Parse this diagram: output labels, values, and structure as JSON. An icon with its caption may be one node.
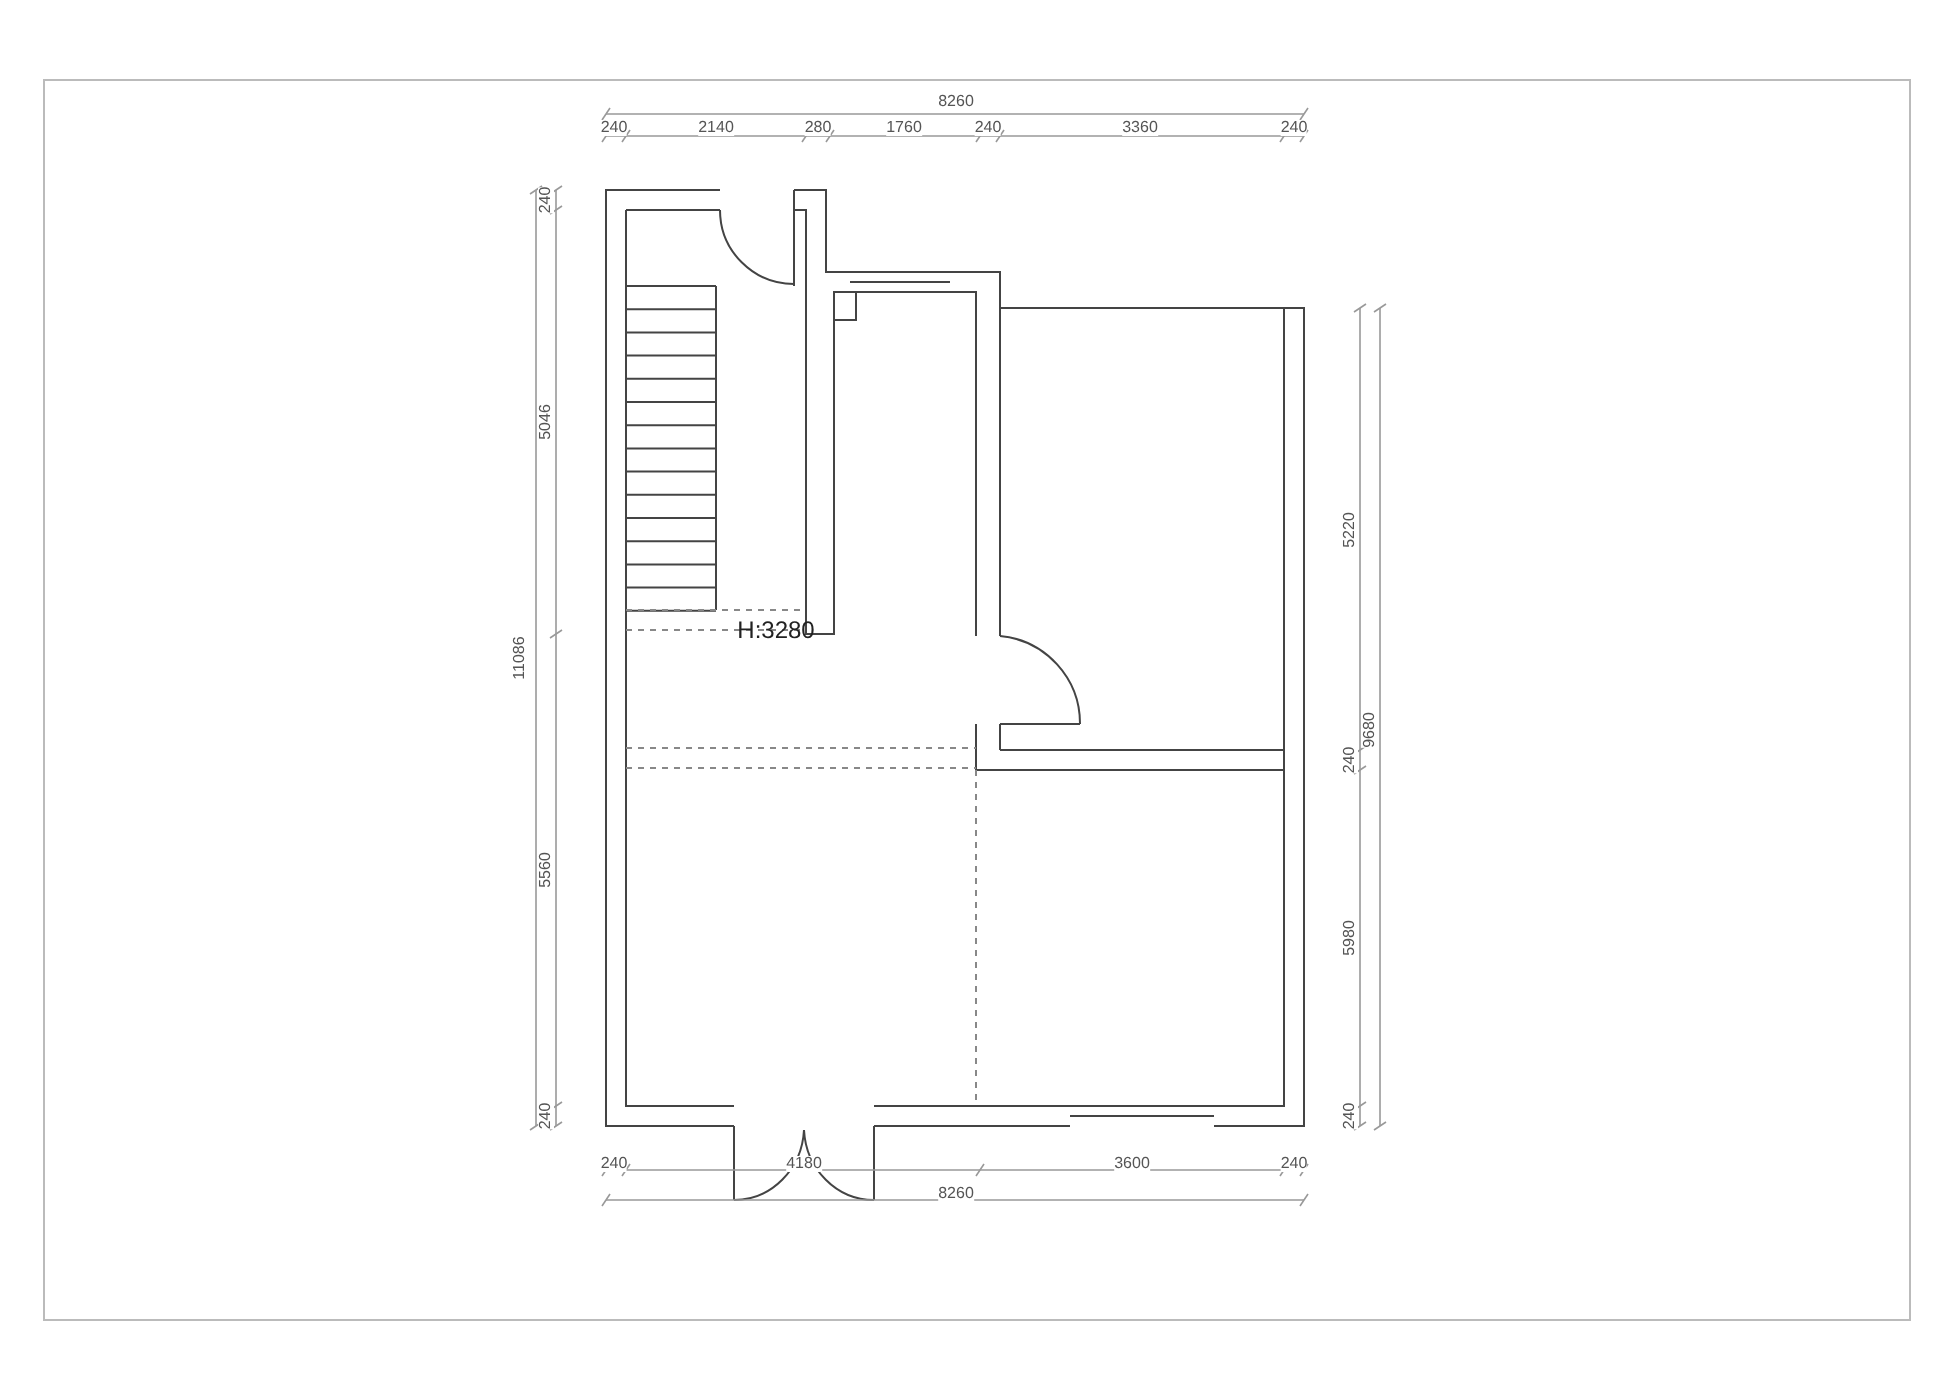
{
  "diagram": {
    "labels": [
      "8260",
      "240",
      "2140",
      "280",
      "1760",
      "240",
      "3360",
      "240",
      "240",
      "5046",
      "11086",
      "5560",
      "240",
      "H:3280",
      "5220",
      "9680",
      "240",
      "5980",
      "240",
      "240",
      "4180",
      "3600",
      "240",
      "8260"
    ]
  }
}
